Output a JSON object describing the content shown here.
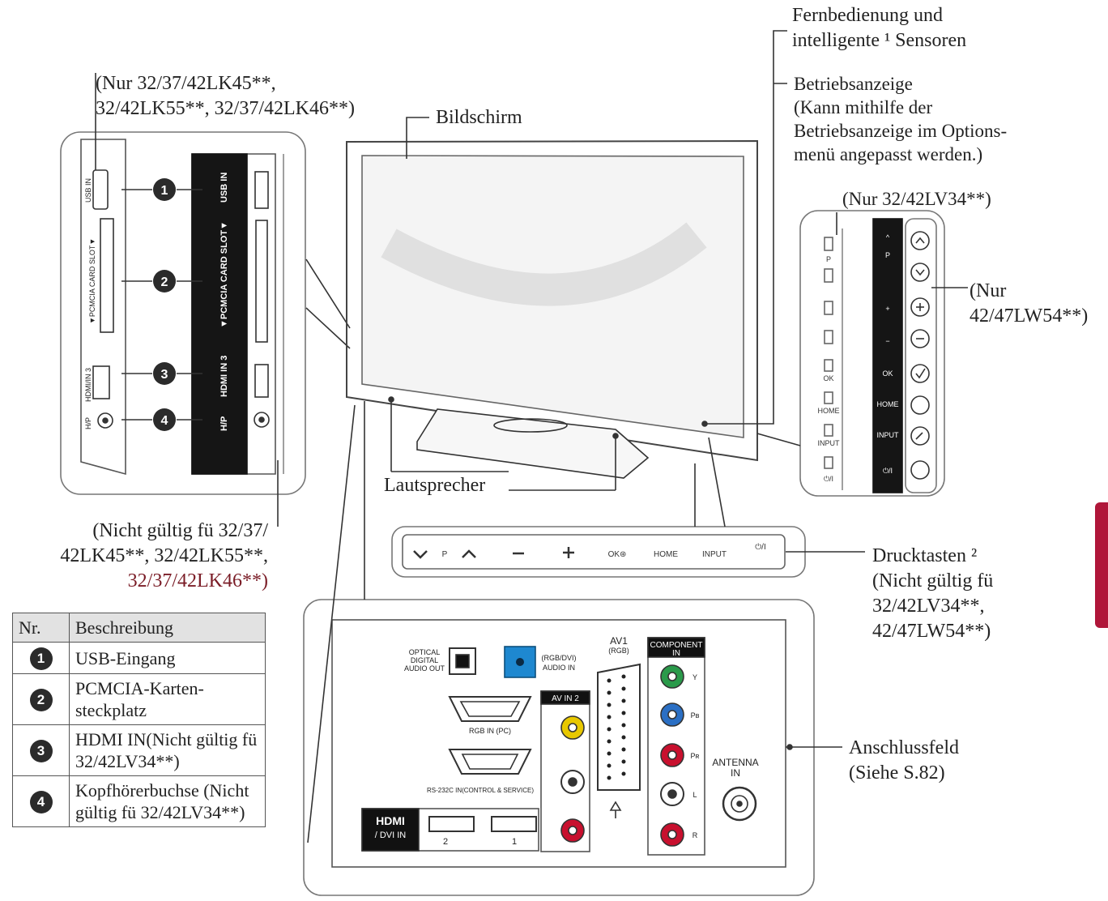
{
  "labels": {
    "top_left_note": [
      "(Nur 32/37/42LK45**,",
      "32/42LK55**, 32/37/42LK46**)"
    ],
    "bildschirm": "Bildschirm",
    "fernbedienung": [
      "Fernbedienung und",
      "intelligente ¹ Sensoren"
    ],
    "betriebsanzeige": [
      "Betriebsanzeige",
      "(Kann mithilfe der",
      "Betriebsanzeige im Options-",
      "menü angepasst werden.)"
    ],
    "nur_lv34": "(Nur 32/42LV34**)",
    "nur_lw54": [
      "(Nur",
      "42/47LW54**)"
    ],
    "lautsprecher": "Lautsprecher",
    "nicht_gueltig": [
      "(Nicht gültig fü 32/37/",
      "42LK45**, 32/42LK55**,",
      "32/37/42LK46**)"
    ],
    "drucktasten": [
      "Drucktasten ²",
      "(Nicht gültig fü",
      "32/42LV34**,",
      "42/47LW54**)"
    ],
    "anschlussfeld": [
      "Anschlussfeld",
      "(Siehe S.82)"
    ]
  },
  "table": {
    "headers": [
      "Nr.",
      "Beschreibung"
    ],
    "rows": [
      {
        "nr": "1",
        "text": "USB-Eingang"
      },
      {
        "nr": "2",
        "text": "PCMCIA-Karten-steckplatz"
      },
      {
        "nr": "3",
        "text": "HDMI IN(Nicht gültig fü 32/42LV34**)"
      },
      {
        "nr": "4",
        "text": "Kopfhörerbuchse (Nicht gültig fü 32/42LV34**)"
      }
    ]
  },
  "side_panel": {
    "left_labels": [
      "USB IN",
      "▼PCMCIA CARD SLOT▼",
      "HDMI/IN 3",
      "H/P"
    ],
    "callouts": [
      "1",
      "2",
      "3",
      "4"
    ],
    "right_labels": [
      "USB IN",
      "▼PCMCIA CARD SLOT▼",
      "HDMI IN 3",
      "H/P"
    ]
  },
  "button_strip": [
    "P",
    "OK⊛",
    "HOME",
    "INPUT",
    "⏻/I"
  ],
  "keypad_labels": [
    "P",
    "OK",
    "HOME",
    "INPUT",
    "⏻/I"
  ],
  "rear_panel": {
    "optical": [
      "OPTICAL",
      "DIGITAL",
      "AUDIO OUT"
    ],
    "rgb_audio": [
      "(RGB/DVI)",
      "AUDIO IN"
    ],
    "rgb_in": "RGB IN (PC)",
    "rs232": "RS-232C IN(CONTROL & SERVICE)",
    "av_in2": "AV IN 2",
    "av1": [
      "AV1",
      "(RGB)"
    ],
    "component": [
      "COMPONENT",
      "IN"
    ],
    "component_pins": [
      "Y",
      "Pʙ",
      "Pʀ",
      "L",
      "R"
    ],
    "antenna": [
      "ANTENNA",
      "IN"
    ],
    "hdmi": [
      "HDMI",
      "/ DVI IN"
    ],
    "hdmi_ports": [
      "2",
      "1"
    ]
  },
  "colors": {
    "accent_tab": "#b01639",
    "rca_yellow": "#e8c800",
    "rca_green": "#2a9a4a",
    "rca_blue": "#2a6fc4",
    "rca_red": "#c8102e",
    "audio_in_blue": "#1e88d0"
  }
}
